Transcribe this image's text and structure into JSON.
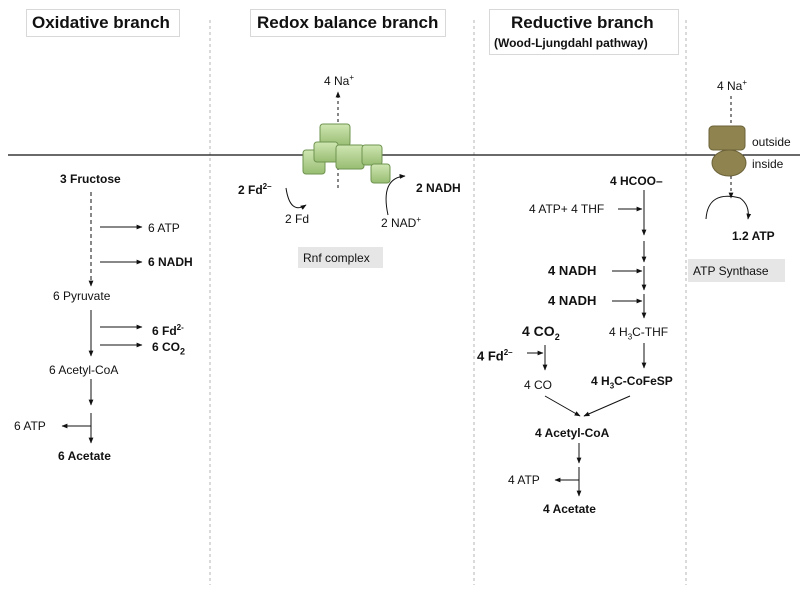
{
  "headers": {
    "oxidative": "Oxidative branch",
    "redox": "Redox balance branch",
    "reductive": "Reductive branch",
    "reductive_sub": "(Wood-Ljungdahl pathway)"
  },
  "oxidative": {
    "fructose": "3  Fructose",
    "atp1": "6 ATP",
    "nadh": "6 NADH",
    "pyruvate": "6 Pyruvate",
    "fd_base": "6 Fd",
    "fd_sup": "2-",
    "co2_base": "6 CO",
    "co2_sub": "2",
    "acetylcoa": "6 Acetyl-CoA",
    "atp2": "6 ATP",
    "acetate": "6 Acetate"
  },
  "redox": {
    "na": "4 Na",
    "na_sup": "+",
    "fd2_base": "2 Fd",
    "fd2_sup": "2–",
    "fd_plain": "2 Fd",
    "nadh": "2 NADH",
    "nad_base": "2 NAD",
    "nad_sup": "+",
    "rnf_label": "Rnf complex"
  },
  "reductive": {
    "hcoo": "4 HCOO–",
    "atp_thf": "4 ATP+ 4 THF",
    "nadh1": "4 NADH",
    "nadh2": "4 NADH",
    "co2_base": "4 CO",
    "co2_sub": "2",
    "h3c_thf_a": "4 H",
    "h3c_thf_sub": "3",
    "h3c_thf_b": "C-THF",
    "fd_base": "4 Fd",
    "fd_sup": "2–",
    "co": "4 CO",
    "cofesp_a": "4 H",
    "cofesp_sub": "3",
    "cofesp_b": "C-CoFeSP",
    "acetylcoa": "4 Acetyl-CoA",
    "atp": "4 ATP",
    "acetate": "4 Acetate"
  },
  "atp_synthase": {
    "na": "4 Na",
    "na_sup": "+",
    "outside": "outside",
    "inside": "inside",
    "atp": "1.2 ATP",
    "label": "ATP Synthase"
  },
  "colors": {
    "complex_green": "#b7d595",
    "complex_border": "#6f9450",
    "synthase_brown": "#8f8350",
    "synthase_border": "#6b6238",
    "label_box": "#e6e6e6",
    "divider": "#b4b4b4"
  }
}
